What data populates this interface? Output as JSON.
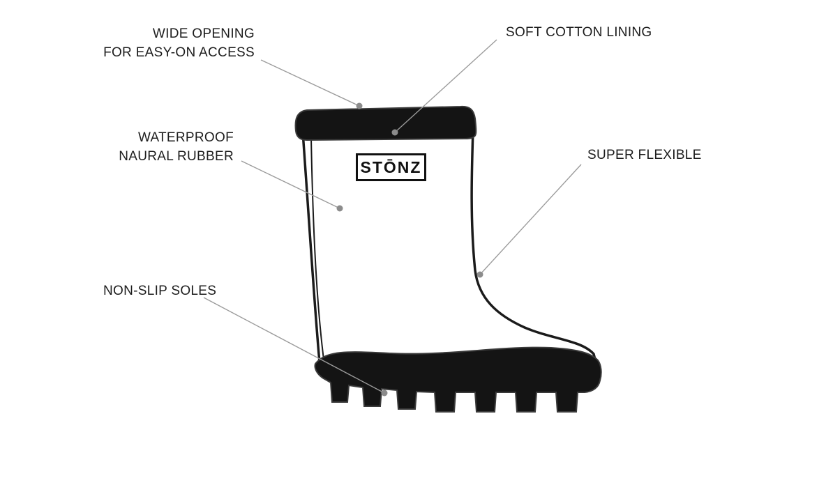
{
  "diagram": {
    "brand": "STŌNZ",
    "callouts": [
      {
        "id": "wide-opening",
        "lines": [
          "WIDE OPENING",
          "FOR EASY-ON ACCESS"
        ]
      },
      {
        "id": "soft-cotton",
        "lines": [
          "SOFT COTTON LINING"
        ]
      },
      {
        "id": "waterproof",
        "lines": [
          "WATERPROOF",
          "NAURAL RUBBER"
        ]
      },
      {
        "id": "super-flexible",
        "lines": [
          "SUPER FLEXIBLE"
        ]
      },
      {
        "id": "non-slip",
        "lines": [
          "NON-SLIP SOLES"
        ]
      }
    ],
    "colors": {
      "ink": "#1c1c1c",
      "boot_black": "#141414",
      "boot_black_stroke": "#3a3a3a",
      "callout_line": "#9b9b9b",
      "callout_dot": "#8c8c8c"
    }
  }
}
